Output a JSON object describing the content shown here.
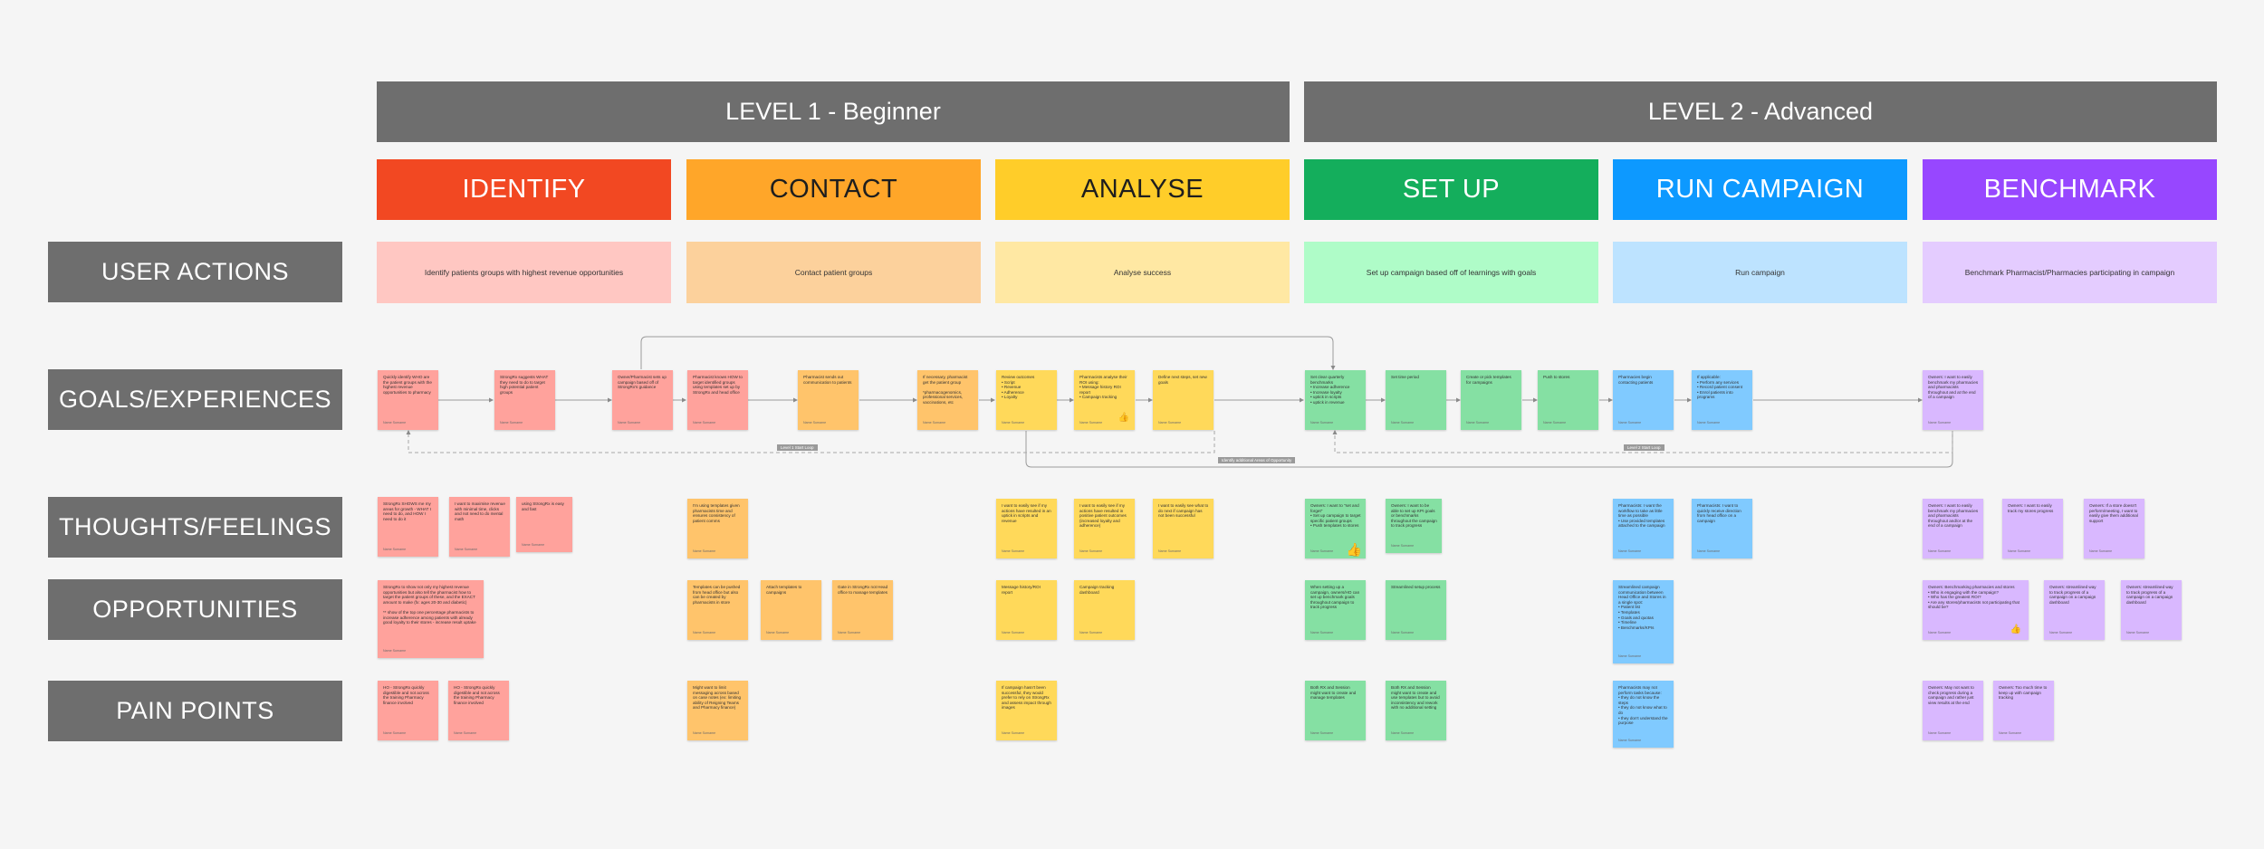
{
  "levels": [
    {
      "label": "LEVEL 1 - Beginner"
    },
    {
      "label": "LEVEL 2 - Advanced"
    }
  ],
  "stages": [
    {
      "label": "IDENTIFY",
      "color": "#f24822",
      "text_color": "#ffffff"
    },
    {
      "label": "CONTACT",
      "color": "#ffa629",
      "text_color": "#1e1e1e"
    },
    {
      "label": "ANALYSE",
      "color": "#ffcd29",
      "text_color": "#1e1e1e"
    },
    {
      "label": "SET UP",
      "color": "#14ae5c",
      "text_color": "#ffffff"
    },
    {
      "label": "RUN CAMPAIGN",
      "color": "#0d99ff",
      "text_color": "#ffffff"
    },
    {
      "label": "BENCHMARK",
      "color": "#9747ff",
      "text_color": "#ffffff"
    }
  ],
  "rows": [
    {
      "label": "USER ACTIONS"
    },
    {
      "label": "GOALS/EXPERIENCES"
    },
    {
      "label": "THOUGHTS/FEELINGS"
    },
    {
      "label": "OPPORTUNITIES"
    },
    {
      "label": "PAIN POINTS"
    }
  ],
  "user_actions": [
    {
      "text": "Identify patients groups with highest revenue opportunities",
      "color": "#ffc7c2"
    },
    {
      "text": "Contact patient groups",
      "color": "#fcd19c"
    },
    {
      "text": "Analyse success",
      "color": "#ffe8a3"
    },
    {
      "text": "Set up campaign based off of learnings with goals",
      "color": "#affcc8"
    },
    {
      "text": "Run campaign",
      "color": "#bde3ff"
    },
    {
      "text": "Benchmark Pharmacist/Pharmacies participating in campaign",
      "color": "#e4ccff"
    }
  ],
  "badges": [
    {
      "text": "Level 1 Start Loop"
    },
    {
      "text": "Identify additional Areas of Opportunity"
    },
    {
      "text": "Level 2 Start Loop"
    }
  ],
  "author": "Name Surname",
  "emojis": {
    "thumbs": "👍"
  },
  "goals": [
    {
      "text": "Quickly identify WHO are the patient groups with the highest revenue opportunities to pharmacy"
    },
    {
      "text": "StrongRx suggests WHAT they need to do to target high potential patient groups"
    },
    {
      "text": "Owner/Pharmacist sets up campaign based off of StrongRx's guidance"
    },
    {
      "text": "Pharmacist knows HOW to target identified groups using templates set up by StrongRx and head office"
    },
    {
      "text": "Pharmacist sends out communication to patients"
    },
    {
      "text": "If necessary, pharmacist get the patient group\n\n*pharmacogenomics, professional services, vaccinations, etc"
    },
    {
      "text": "Review outcomes\n• Script\n• Revenue\n• Adherence\n• Loyalty"
    },
    {
      "text": "Pharmacists analyse their ROI using:\n• Message history ROI report\n• Campaign tracking"
    },
    {
      "text": "Define next steps, set new goals"
    },
    {
      "text": "Set clear quarterly benchmarks\n• Increase adherence\n• Increase loyalty\n• uptick in scripts\n• uptick in revenue"
    },
    {
      "text": "Set time period"
    },
    {
      "text": "Create or pick templates for campaigns"
    },
    {
      "text": "Push to stores"
    },
    {
      "text": "Pharmacies begin contacting patients"
    },
    {
      "text": "If applicable:\n• Perform any services\n• Record patient consent\n• Enrol patients into programs"
    },
    {
      "text": "Owners: I want to easily benchmark my pharmacies and pharmacists throughout and at the end of a campaign"
    }
  ],
  "thoughts": [
    {
      "text": "StrongRx SHOWS me my areas for growth - WHAT I need to do, and HOW I need to do it"
    },
    {
      "text": "I want to maximise revenue with minimal time, clicks and not need to do mental math"
    },
    {
      "text": "using StrongRx is easy and fast"
    },
    {
      "text": "I'm using templates given pharmacists time and ensures consistency of patient comms"
    },
    {
      "text": "I want to easily see if my actions have resulted in an uptick in scripts and revenue"
    },
    {
      "text": "I want to easily see if my actions have resulted in positive patient outcomes (increased loyalty and adherence)"
    },
    {
      "text": "I want to easily see what to do next if campaign has not been successful"
    },
    {
      "text": "Owners: I want to \"set and forget\"\n• Set up campaign to target specific patient groups\n• Push templates to stores"
    },
    {
      "text": "Owners: I want to be able to set up KPI goals or benchmarks throughout the campaign to track progress"
    },
    {
      "text": "Pharmacists: I want the workflow to take as little time as possible\n• Use provided templates attached to the campaign"
    },
    {
      "text": "Pharmacists: I want to quickly receive direction from head office on a campaign"
    },
    {
      "text": "Owners: I want to easily benchmark my pharmacies and pharmacists throughout and/or at the end of a campaign"
    },
    {
      "text": "Owners: I want to easily track my stores progress"
    },
    {
      "text": "Owners: If a store doesn't perform/meeting, I want to easily give them additional support"
    }
  ],
  "opportunities": [
    {
      "text": "StrongRx to show not only my highest revenue opportunities but also tell the pharmacist how to target the patient groups of these, and the EXACT amount to make (fx: ages 20-30 and diabetic)\n\n** show of the top one percentage pharmacists to increase adherence among patients with already good loyalty to their stores - increase result uptake"
    },
    {
      "text": "Templates can be pushed from head office but also can be created by pharmacists in store"
    },
    {
      "text": "Attach templates to campaigns"
    },
    {
      "text": "Gate in StrongRx not Head office to manage templates"
    },
    {
      "text": "Message history/ROI report"
    },
    {
      "text": "Campaign tracking dashboard"
    },
    {
      "text": "When setting up a campaign, owners/HO can set up benchmark goals throughout campaign to track progress"
    },
    {
      "text": "Streamlined setup process"
    },
    {
      "text": "Streamlined campaign communication between Head Office and Stores in a single spot:\n• Patient list\n• Templates\n• Goals and quotas\n• Timeline\n• Benchmarks/KPIs"
    },
    {
      "text": "Owners: Benchmarking pharmacies and stores\n• Who is engaging with the campaign?\n• Who has the greatest ROI?\n• Are any stores/pharmacists not participating that should be?"
    },
    {
      "text": "Owners: streamlined way to track progress of a campaign on a campaign dashboard"
    },
    {
      "text": "Owners: streamlined way to track progress of a campaign on a campaign dashboard"
    }
  ],
  "pain_points": [
    {
      "text": "HO - StrongRx quickly digestible and not across the training Pharmacy finance involved"
    },
    {
      "text": "HO - StrongRx quickly digestible and not across the training Pharmacy finance involved"
    },
    {
      "text": "Might want to limit messaging across based on case notes (ex: limiting ability of Reigning Teams and Pharmacy finance)"
    },
    {
      "text": "If campaign hasn't been successful, they would prefer to rely on StrongRx and assess impact through images"
    },
    {
      "text": "Both RX and Session might want to create and manage templates"
    },
    {
      "text": "Both RX and Session might want to create and use templates but to avoid inconsistency and rework with no additional setting"
    },
    {
      "text": "Pharmacists may not perform tasks because:\n• they do not know the steps\n• they do not know what to do\n• they don't understand the purpose"
    },
    {
      "text": "Owners: May not want to check progress during a campaign and rather just view results at the end"
    },
    {
      "text": "Owners: Too much time to keep up with campaign tracking"
    }
  ]
}
